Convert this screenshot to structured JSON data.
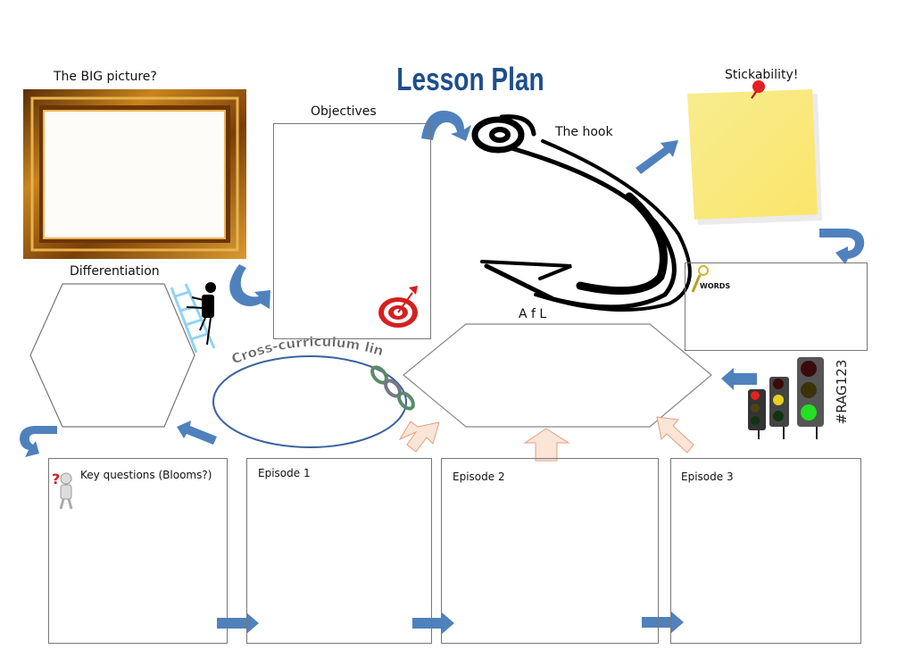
{
  "title": "Lesson Plan",
  "labels": {
    "big_picture": "The BIG picture?",
    "objectives": "Objectives",
    "hook": "The hook",
    "stickability": "Stickability!",
    "key_words": "WORDS",
    "afl": "A f L",
    "differentiation": "Differentiation",
    "cross_curriculum": "Cross-curriculum links",
    "rag": "#RAG123",
    "key_questions": "Key questions (Blooms?)"
  },
  "episodes": [
    {
      "label": "Episode 1"
    },
    {
      "label": "Episode 2"
    },
    {
      "label": "Episode 3"
    }
  ],
  "colors": {
    "title": "#1f4e8c",
    "arrow": "#4f81bd",
    "pale_arrow": "#fbe5d6",
    "sticky": "#fbee8a",
    "frame": "#a8650f"
  }
}
